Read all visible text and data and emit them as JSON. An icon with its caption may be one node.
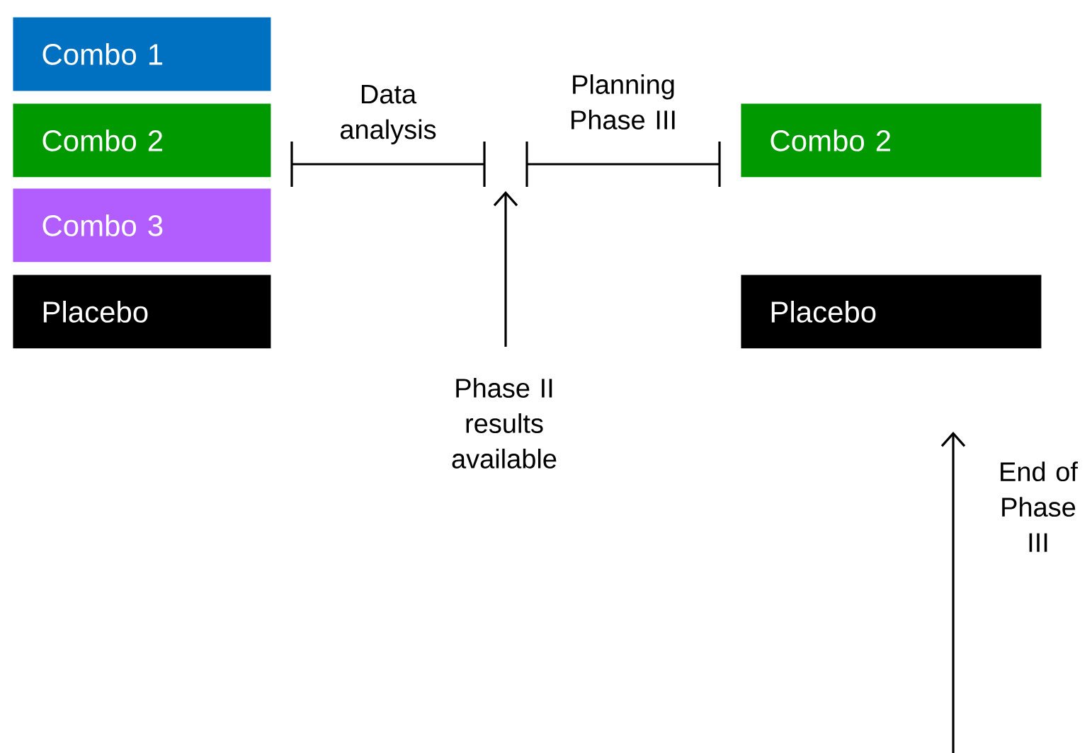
{
  "diagram": {
    "nodes": [
      {
        "text": [
          "Combo 1"
        ]
      },
      {
        "text": [
          "Combo 2"
        ]
      },
      {
        "text": [
          "Combo 3"
        ]
      },
      {
        "text": [
          "Placebo"
        ]
      },
      {
        "text": [
          "Combo 2"
        ]
      },
      {
        "text": [
          "Placebo"
        ]
      }
    ],
    "labels": [
      "Data analysis",
      "Planning Phase III",
      "Phase II results available",
      "End of Phase III"
    ]
  }
}
